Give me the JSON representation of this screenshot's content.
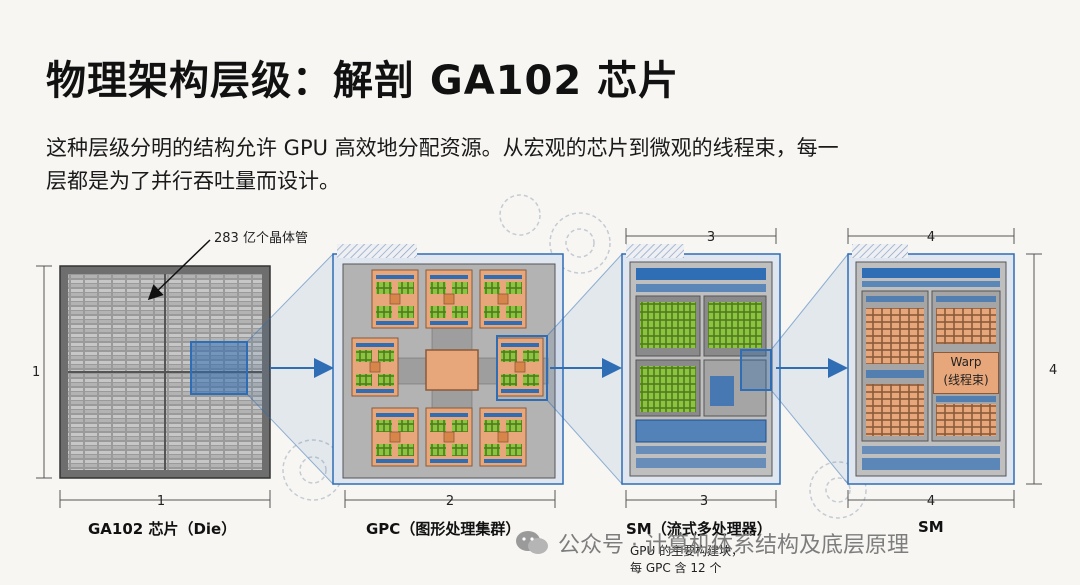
{
  "title": "物理架构层级：解剖 GA102 芯片",
  "subtitle": "这种层级分明的结构允许 GPU 高效地分配资源。从宏观的芯片到微观的线程束，每一层都是为了并行吞吐量而设计。",
  "callout": "283 亿个晶体管",
  "dims": {
    "die_w": "1",
    "die_h": "1",
    "gpc_w": "2",
    "sm_w": "3",
    "sm2_w": "4",
    "sm2_h": "4"
  },
  "labels": {
    "die": "GA102 芯片（Die）",
    "gpc": "GPC（图形处理集群）",
    "sm": "SM（流式多处理器）",
    "sm2": "SM"
  },
  "sm_note": [
    "GPU 的主要构建块，",
    "每 GPC 含 12 个"
  ],
  "warp": [
    "Warp",
    "(线程束)"
  ],
  "watermark": "公众号 · 计算机体系结构及底层原理",
  "colors": {
    "blue": "#2f6db5",
    "orange": "#e8a77b",
    "green": "#8cc43f",
    "gray": "#cfcfcf"
  }
}
